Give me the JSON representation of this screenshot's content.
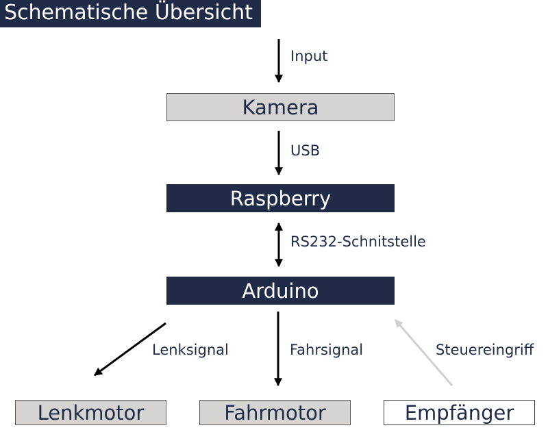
{
  "title": "Schematische Übersicht",
  "nodes": {
    "kamera": "Kamera",
    "raspberry": "Raspberry",
    "arduino": "Arduino",
    "lenkmotor": "Lenkmotor",
    "fahrmotor": "Fahrmotor",
    "empfaenger": "Empfänger"
  },
  "edges": {
    "input": "Input",
    "usb": "USB",
    "rs232": "RS232-Schnitstelle",
    "lenksignal": "Lenksignal",
    "fahrsignal": "Fahrsignal",
    "steuereingriff": "Steuereingriff"
  },
  "colors": {
    "dark_fill": "#1f2b47",
    "gray_fill": "#d6d4d3",
    "arrow": "#000000",
    "arrow_faded": "#d0d0d0"
  }
}
